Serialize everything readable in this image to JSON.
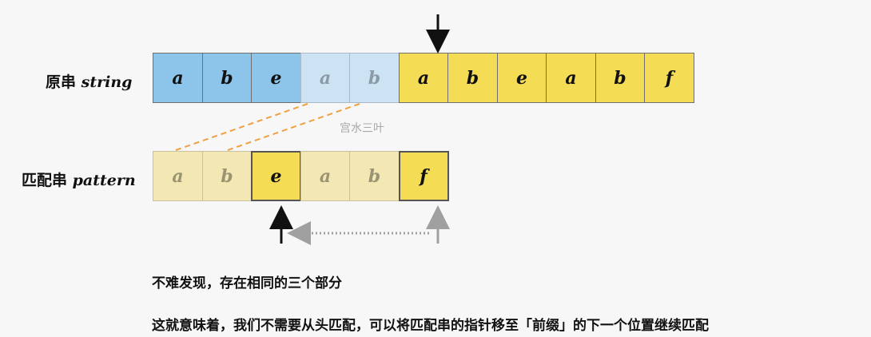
{
  "string_label": {
    "cn": "原串",
    "en": "string"
  },
  "pattern_label": {
    "cn": "匹配串",
    "en": "pattern"
  },
  "string_cells": [
    "a",
    "b",
    "e",
    "a",
    "b",
    "a",
    "b",
    "e",
    "a",
    "b",
    "f"
  ],
  "pattern_cells": [
    "a",
    "b",
    "e",
    "a",
    "b",
    "f"
  ],
  "watermark": "宫水三叶",
  "captions": [
    "不难发现，存在相同的三个部分",
    "这就意味着，我们不需要从头匹配，可以将匹配串的指针移至「前缀」的下一个位置继续匹配"
  ],
  "colors": {
    "matched_blue": "#8cc4ea",
    "prefix_light_blue": "#cce3f4",
    "yellow": "#f4dc54",
    "faded_yellow": "#f3e8b4",
    "dashed_orange": "#f0a040"
  }
}
